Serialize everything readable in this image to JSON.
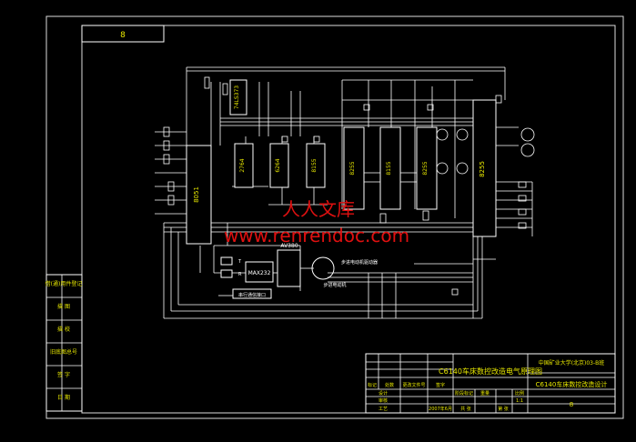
{
  "drawing": {
    "sheet_number": "8",
    "watermark_cn": "人人文库",
    "watermark_url": "www.renrendoc.com"
  },
  "chips": {
    "u1": "8051",
    "u2": "74LS373",
    "u3": "2764",
    "u4": "6264",
    "u5": "8155",
    "u6": "8255",
    "u7": "8155",
    "u8": "8255",
    "u9": "8255"
  },
  "blocks": {
    "rs232": "MAX232",
    "av": "AV380",
    "motor": "步进电动机",
    "drive": "步进电动机驱动器",
    "serial": "串行通信接口",
    "tx": "T",
    "rx": "R"
  },
  "side_table": {
    "rows": [
      "借(通)用件登记",
      "描 图",
      "描 校",
      "旧底图总号",
      "签 字",
      "日 期"
    ]
  },
  "title_block": {
    "drawing_name": "C6140车床数控改造电气原理图",
    "org": "中国矿业大学(北京)03-B班",
    "project": "C6140车床数控改造设计",
    "label_mark": "标记",
    "label_count": "处数",
    "label_file": "更改文件号",
    "label_sign": "签字",
    "label_design": "设计",
    "label_check": "审核",
    "label_process": "工艺",
    "label_stage": "阶段标记",
    "label_weight": "重量",
    "label_scale": "比例",
    "scale_value": "1:1",
    "sheet_total": "共 张",
    "sheet_no": "第 张",
    "sheet_index": "8",
    "date": "2007年6月"
  }
}
